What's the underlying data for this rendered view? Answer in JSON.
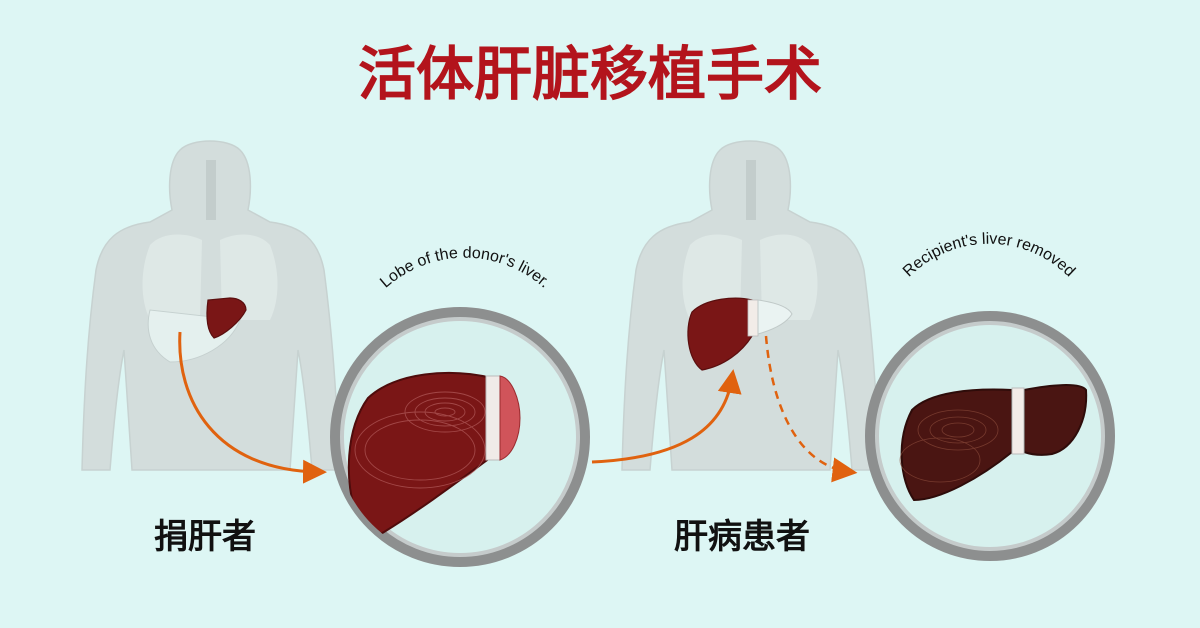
{
  "title": "活体肝脏移植手术",
  "donor": {
    "label": "捐肝者",
    "zoom_caption": "Lobe of the donor's liver."
  },
  "recipient": {
    "label": "肝病患者",
    "zoom_caption": "Recipient's liver removed"
  },
  "colors": {
    "background": "#ddf6f4",
    "title": "#b3141c",
    "arrow": "#e0620f",
    "liver": "#7a1616",
    "diseased_liver": "#4a1512",
    "body_silhouette": "#d0d7d6",
    "lens_ring": "#8d8f8f"
  },
  "icons": {
    "donor_body": "human-torso-icon",
    "recipient_body": "human-torso-icon",
    "liver": "liver-icon",
    "magnifier": "magnifier-circle-icon"
  }
}
